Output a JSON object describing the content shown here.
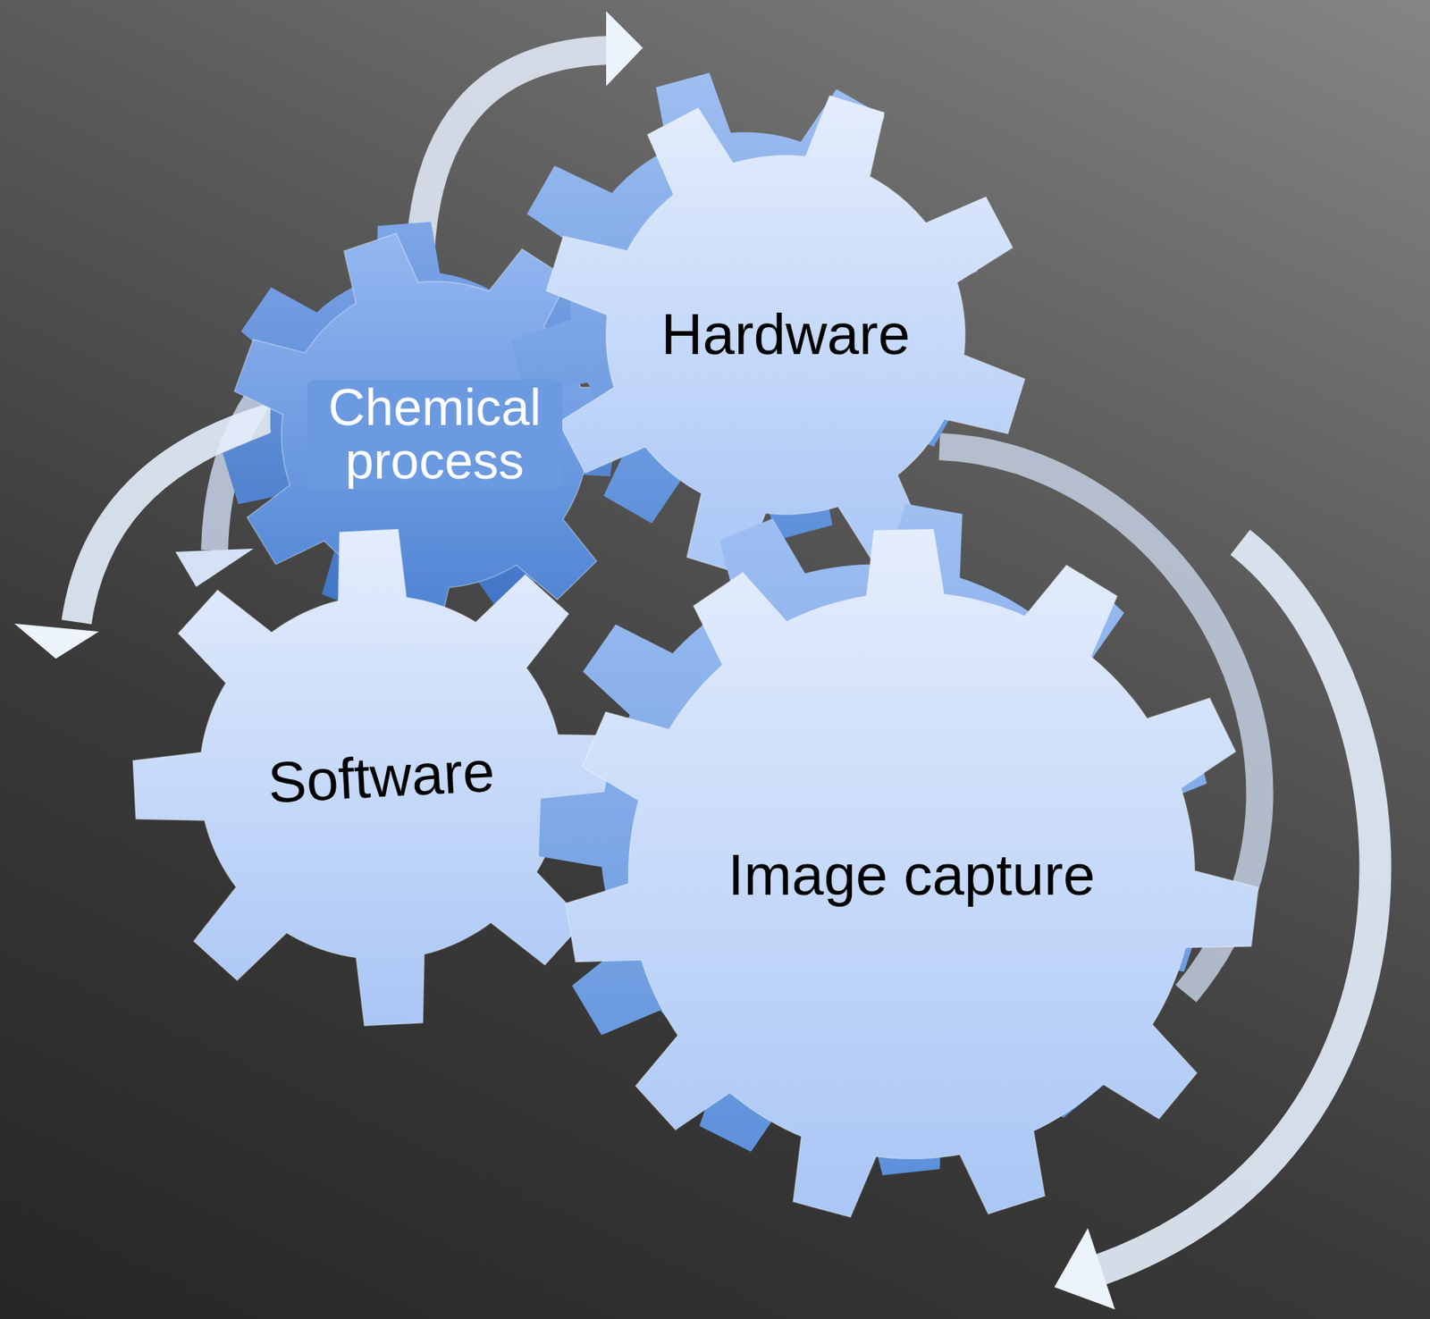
{
  "diagram": {
    "nodes": [
      {
        "text": [
          "Hardware"
        ]
      },
      {
        "text": [
          "Chemical process"
        ]
      },
      {
        "text": [
          "Software"
        ]
      },
      {
        "text": [
          "Image capture"
        ]
      }
    ]
  }
}
